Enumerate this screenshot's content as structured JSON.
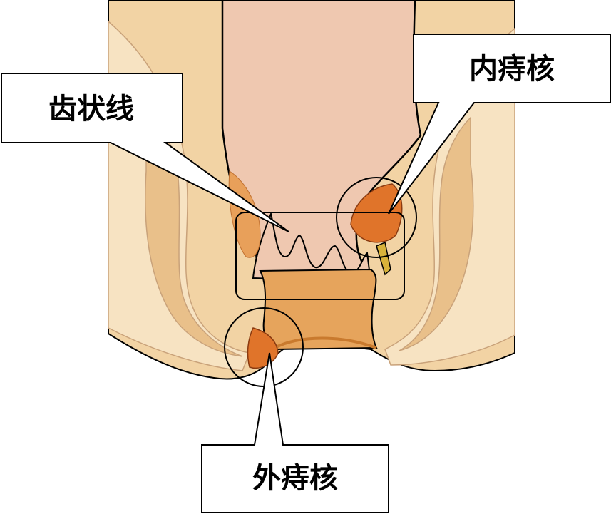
{
  "labels": {
    "dentate_line": "齿状线",
    "internal_hemorrhoid": "内痔核",
    "external_hemorrhoid": "外痔核"
  },
  "colors": {
    "skin_outer": "#f2d3a4",
    "skin_inner": "#f7e3c2",
    "muscle": "#e9c08a",
    "rectum": "#efc8b0",
    "canal": "#e6a45c",
    "hemorrhoid": "#e0742a",
    "outline": "#000000"
  }
}
